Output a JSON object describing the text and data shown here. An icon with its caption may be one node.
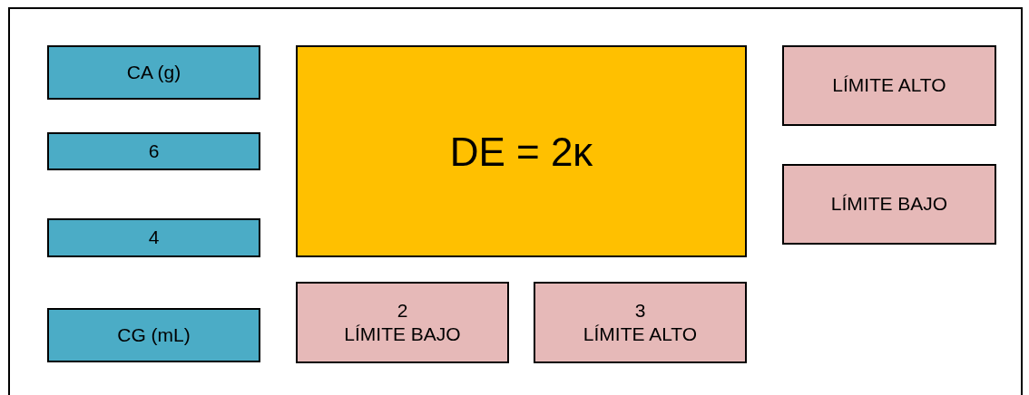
{
  "diagram": {
    "nodes": [
      {
        "text": [
          "CA (g)"
        ]
      },
      {
        "text": [
          "6"
        ]
      },
      {
        "text": [
          "4"
        ]
      },
      {
        "text": [
          "CG (mL)"
        ]
      },
      {
        "text": [
          "DE = 2κ"
        ]
      },
      {
        "text": [
          "LÍMITE ALTO"
        ]
      },
      {
        "text": [
          "LÍMITE BAJO"
        ]
      },
      {
        "text": [
          "2",
          "LÍMITE BAJO"
        ]
      },
      {
        "text": [
          "3",
          "LÍMITE ALTO"
        ]
      }
    ]
  }
}
